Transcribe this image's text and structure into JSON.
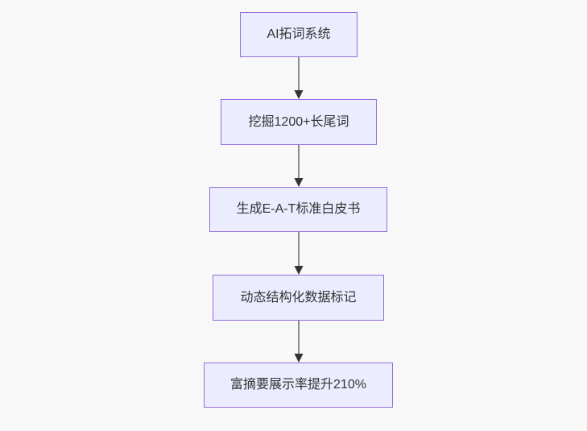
{
  "diagram": {
    "type": "flowchart-top-down",
    "nodes": [
      {
        "id": "ai-keyword-system",
        "label": "AI拓词系统"
      },
      {
        "id": "longtail-mining",
        "label": "挖掘1200+长尾词"
      },
      {
        "id": "eat-whitepaper",
        "label": "生成E-A-T标准白皮书"
      },
      {
        "id": "structured-data",
        "label": "动态结构化数据标记"
      },
      {
        "id": "rich-snippet-result",
        "label": "富摘要展示率提升210%"
      }
    ],
    "edges": [
      {
        "from": "ai-keyword-system",
        "to": "longtail-mining"
      },
      {
        "from": "longtail-mining",
        "to": "eat-whitepaper"
      },
      {
        "from": "eat-whitepaper",
        "to": "structured-data"
      },
      {
        "from": "structured-data",
        "to": "rich-snippet-result"
      }
    ]
  },
  "theme": {
    "canvas_bg": "#f8f8f8",
    "node_fill": "#ececff",
    "node_border": "#9370db",
    "node_text": "#333333",
    "edge_line": "#666666",
    "arrowhead": "#333333"
  }
}
